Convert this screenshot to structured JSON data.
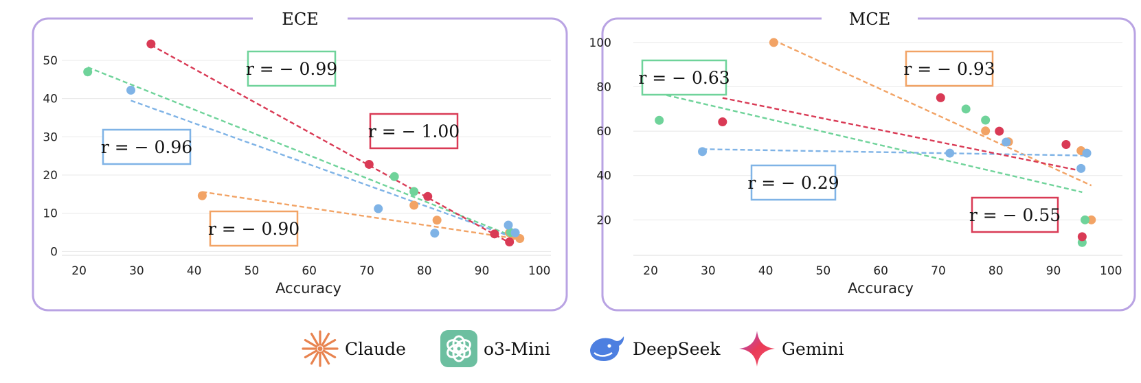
{
  "colors": {
    "claude": "#f2a365",
    "o3mini": "#6fd39a",
    "deepseek": "#7fb3e6",
    "gemini": "#d93a55",
    "panel_border": "#b9a3e3",
    "grid": "#e8e8e8"
  },
  "legend": [
    {
      "label": "Claude",
      "icon": "claude-sunburst-icon",
      "color": "#e8834f"
    },
    {
      "label": "o3-Mini",
      "icon": "openai-knot-icon",
      "color": "#6cbfa0"
    },
    {
      "label": "DeepSeek",
      "icon": "deepseek-whale-icon",
      "color": "#4d7fe0"
    },
    {
      "label": "Gemini",
      "icon": "gemini-star-icon",
      "color": "#ea3b57"
    }
  ],
  "chart_data": [
    {
      "type": "scatter",
      "title": "ECE",
      "xlabel": "Accuracy",
      "ylabel": "",
      "xlim": [
        17,
        102
      ],
      "ylim": [
        -1,
        57
      ],
      "xticks": [
        20,
        30,
        40,
        50,
        60,
        70,
        80,
        90,
        100
      ],
      "yticks": [
        0,
        10,
        20,
        30,
        40,
        50
      ],
      "grid": "horizontal",
      "series": [
        {
          "name": "Claude",
          "color_key": "claude",
          "points": [
            [
              41.4,
              14.6
            ],
            [
              78.2,
              12.1
            ],
            [
              82.2,
              8.2
            ],
            [
              94.8,
              4.9
            ],
            [
              95.5,
              4.2
            ],
            [
              96.6,
              3.4
            ]
          ],
          "fit": [
            [
              41.4,
              15.6
            ],
            [
              96.6,
              3.2
            ]
          ],
          "r_label": "r = − 0.90"
        },
        {
          "name": "o3-Mini",
          "color_key": "o3mini",
          "points": [
            [
              21.5,
              47.0
            ],
            [
              74.8,
              19.6
            ],
            [
              78.2,
              15.7
            ],
            [
              95.0,
              5.0
            ]
          ],
          "fit": [
            [
              21.5,
              48.2
            ],
            [
              95.0,
              4.2
            ]
          ],
          "r_label": "r = − 0.99"
        },
        {
          "name": "DeepSeek",
          "color_key": "deepseek",
          "points": [
            [
              29.0,
              42.2
            ],
            [
              72.0,
              11.2
            ],
            [
              81.8,
              4.8
            ],
            [
              94.6,
              6.9
            ],
            [
              95.8,
              4.9
            ]
          ],
          "fit": [
            [
              29.0,
              39.5
            ],
            [
              95.8,
              3.5
            ]
          ],
          "r_label": "r = − 0.96"
        },
        {
          "name": "Gemini",
          "color_key": "gemini",
          "points": [
            [
              32.5,
              54.3
            ],
            [
              70.4,
              22.8
            ],
            [
              80.6,
              14.4
            ],
            [
              92.2,
              4.6
            ],
            [
              94.8,
              2.5
            ]
          ],
          "fit": [
            [
              32.5,
              54.0
            ],
            [
              94.8,
              2.3
            ]
          ],
          "r_label": "r = − 1.00"
        }
      ]
    },
    {
      "type": "scatter",
      "title": "MCE",
      "xlabel": "Accuracy",
      "ylabel": "",
      "xlim": [
        17,
        102
      ],
      "ylim": [
        4,
        104
      ],
      "xticks": [
        20,
        30,
        40,
        50,
        60,
        70,
        80,
        90,
        100
      ],
      "yticks": [
        20,
        40,
        60,
        80,
        100
      ],
      "grid": "horizontal",
      "series": [
        {
          "name": "Claude",
          "color_key": "claude",
          "points": [
            [
              41.4,
              100.0
            ],
            [
              78.2,
              60.1
            ],
            [
              82.2,
              55.2
            ],
            [
              94.8,
              51.2
            ],
            [
              96.6,
              20.0
            ]
          ],
          "fit": [
            [
              41.4,
              101.0
            ],
            [
              96.6,
              35.5
            ]
          ],
          "r_label": "r = − 0.93"
        },
        {
          "name": "o3-Mini",
          "color_key": "o3mini",
          "points": [
            [
              21.5,
              64.9
            ],
            [
              74.8,
              70.0
            ],
            [
              78.2,
              65.0
            ],
            [
              95.0,
              9.8
            ],
            [
              95.5,
              20.0
            ]
          ],
          "fit": [
            [
              21.5,
              77.0
            ],
            [
              95.0,
              32.5
            ]
          ],
          "r_label": "r = − 0.63"
        },
        {
          "name": "DeepSeek",
          "color_key": "deepseek",
          "points": [
            [
              29.0,
              50.8
            ],
            [
              72.0,
              50.1
            ],
            [
              81.8,
              55.1
            ],
            [
              94.8,
              43.2
            ],
            [
              95.8,
              50.1
            ]
          ],
          "fit": [
            [
              29.0,
              51.9
            ],
            [
              95.8,
              49.0
            ]
          ],
          "r_label": "r = − 0.29"
        },
        {
          "name": "Gemini",
          "color_key": "gemini",
          "points": [
            [
              32.5,
              64.2
            ],
            [
              70.4,
              75.1
            ],
            [
              80.6,
              60.0
            ],
            [
              92.2,
              54.0
            ],
            [
              95.0,
              12.4
            ]
          ],
          "fit": [
            [
              32.5,
              75.0
            ],
            [
              95.0,
              42.0
            ]
          ],
          "r_label": "r = − 0.55"
        }
      ]
    }
  ]
}
